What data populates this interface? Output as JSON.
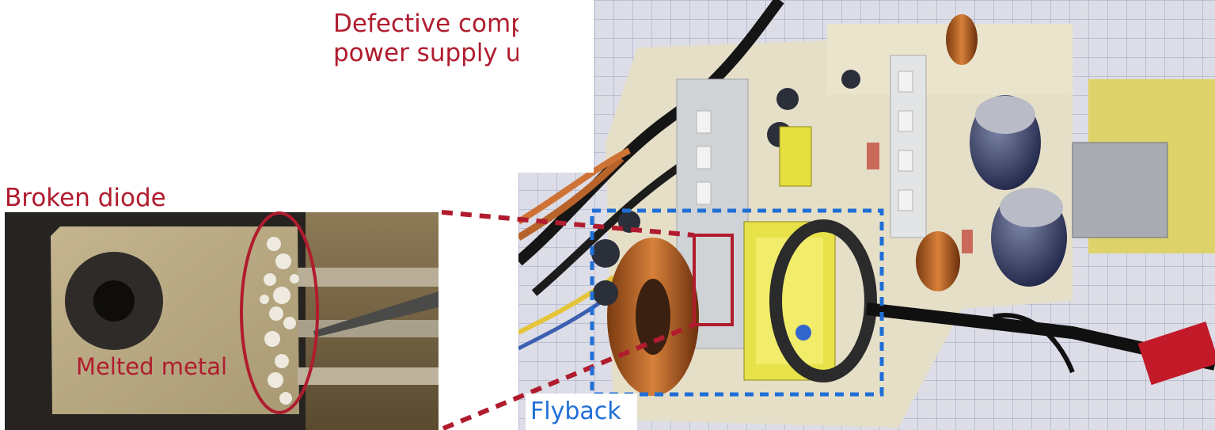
{
  "labels": {
    "title_line1": "Defective computer",
    "title_line2": "power supply unit",
    "broken_diode": "Broken diode",
    "melted_metal": "Melted metal",
    "flyback": "Flyback"
  },
  "colors": {
    "annotation_red": "#b01c2e",
    "annotation_blue": "#1f6fd6",
    "background": "#ffffff"
  }
}
